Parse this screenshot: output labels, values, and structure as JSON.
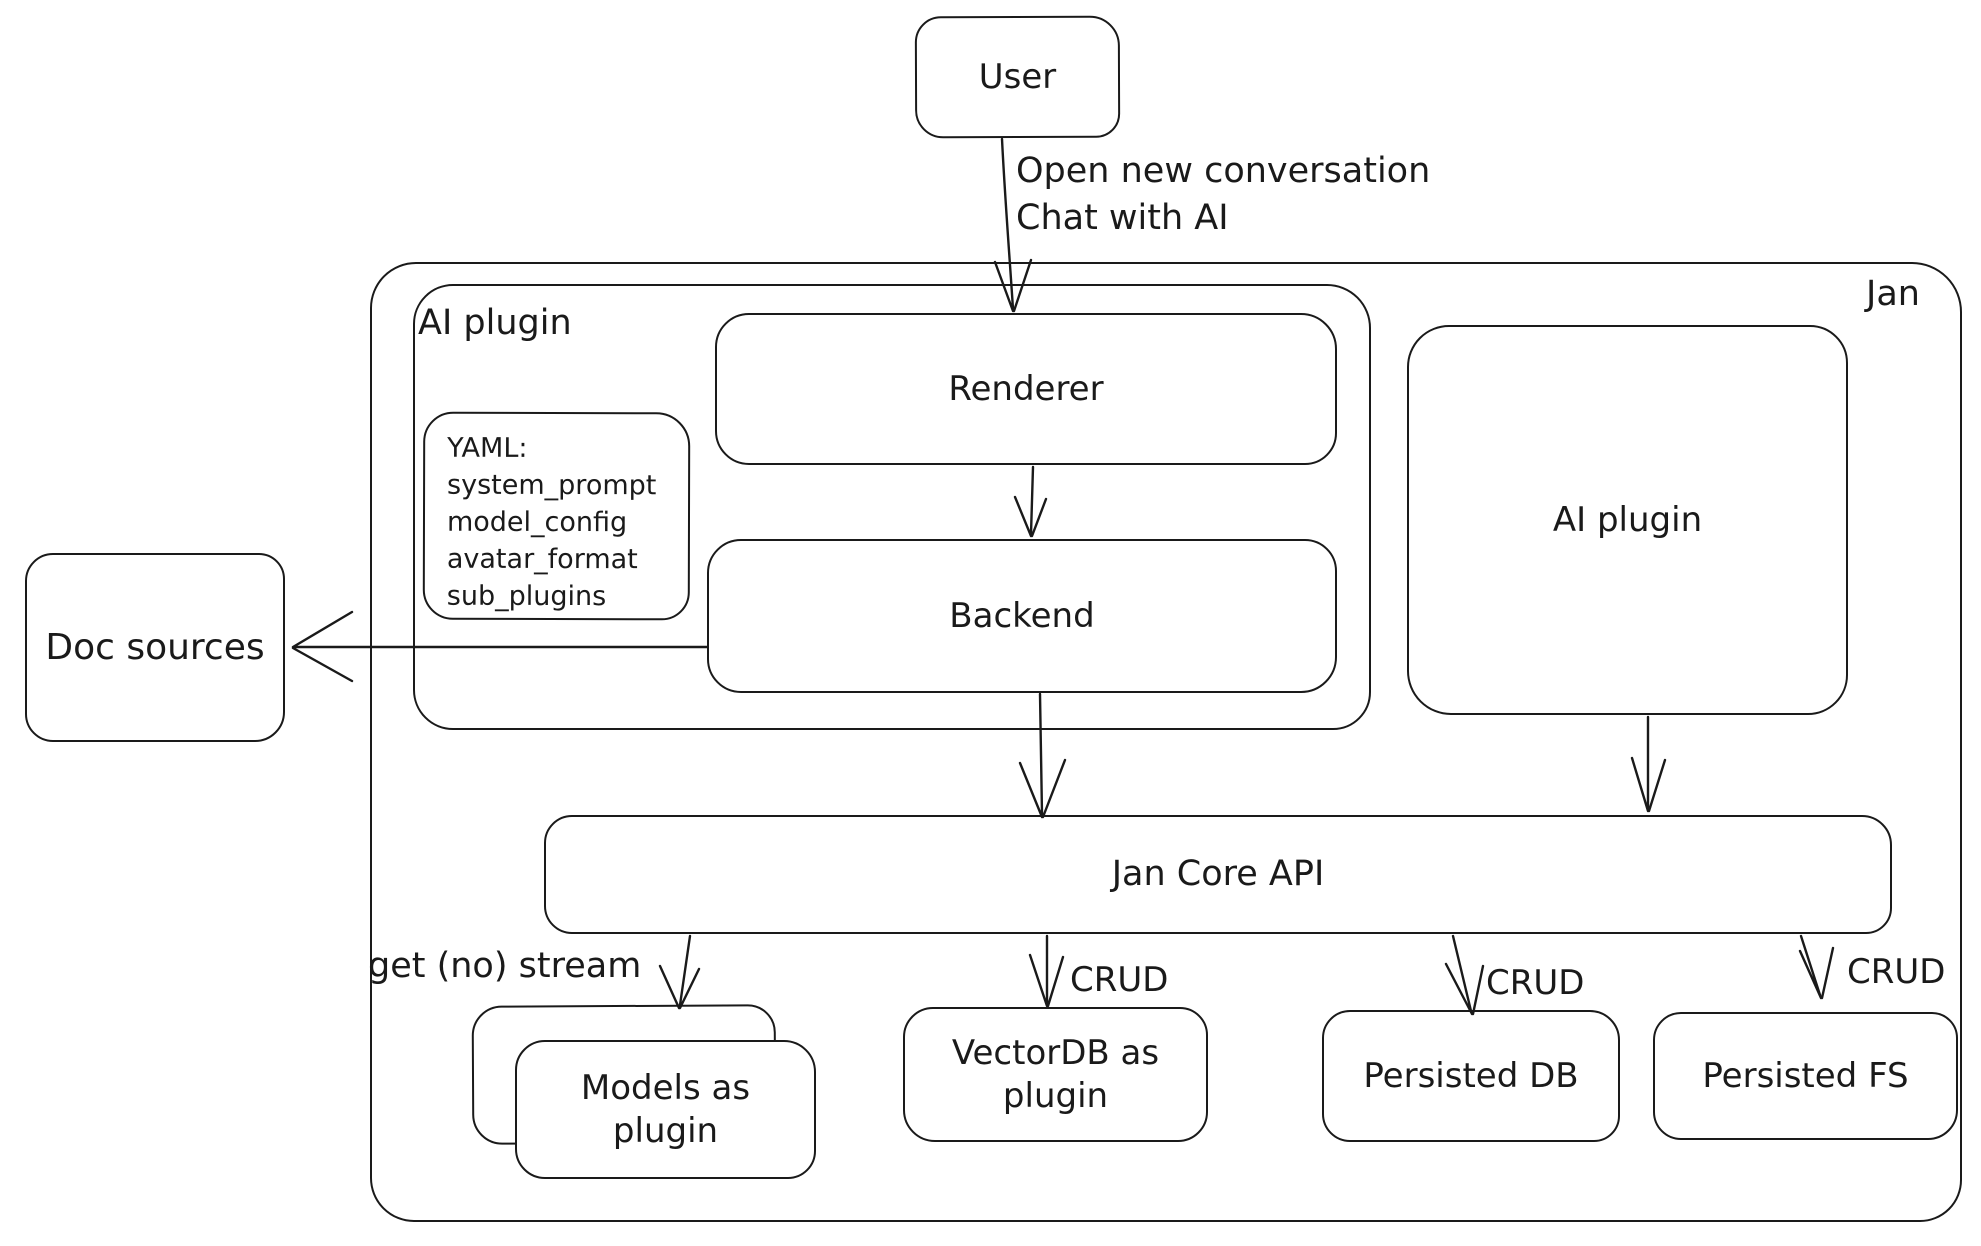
{
  "canvas": {
    "stroke_color": "#1a1a1a",
    "background_color": "#ffffff"
  },
  "nodes": {
    "user": {
      "label": "User"
    },
    "jan": {
      "label": "Jan"
    },
    "ai_plugin_left": {
      "label": "AI plugin"
    },
    "renderer": {
      "label": "Renderer"
    },
    "backend": {
      "label": "Backend"
    },
    "yaml_note": {
      "lines": [
        "YAML:",
        "system_prompt",
        "model_config",
        "avatar_format",
        "sub_plugins"
      ]
    },
    "ai_plugin_right": {
      "label": "AI plugin"
    },
    "doc_sources": {
      "label": "Doc sources"
    },
    "jan_core_api": {
      "label": "Jan Core API"
    },
    "models_plugin": {
      "label": "Models as plugin"
    },
    "vectordb_plugin": {
      "label": "VectorDB as plugin"
    },
    "persisted_db": {
      "label": "Persisted DB"
    },
    "persisted_fs": {
      "label": "Persisted FS"
    }
  },
  "edges": {
    "user_to_renderer": {
      "label_line1": "Open new conversation",
      "label_line2": "Chat with AI"
    },
    "api_to_models": {
      "label": "get (no) stream"
    },
    "api_to_vectordb": {
      "label": "CRUD"
    },
    "api_to_persisted_db": {
      "label": "CRUD"
    },
    "api_to_persisted_fs": {
      "label": "CRUD"
    }
  }
}
